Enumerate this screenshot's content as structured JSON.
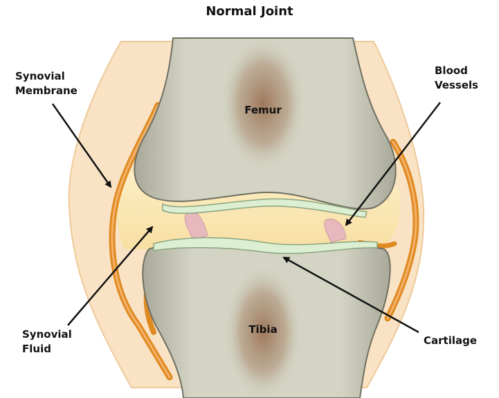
{
  "title": "Normal Joint",
  "labels": {
    "synovial_membrane": [
      "Synovial",
      "Membrane"
    ],
    "blood_vessels": [
      "Blood",
      "Vessels"
    ],
    "synovial_fluid": [
      "Synovial",
      "Fluid"
    ],
    "cartilage": "Cartilage",
    "femur": "Femur",
    "tibia": "Tibia"
  },
  "colors": {
    "capsule": "#f9e3c4",
    "synovial_membrane": "#e08a22",
    "synovial_fluid": "#fbe7b0",
    "bone": "#cfcfbd",
    "marrow": "#9b7356",
    "cartilage": "#dcefd2",
    "blood_vessels": "#e7b8be"
  }
}
